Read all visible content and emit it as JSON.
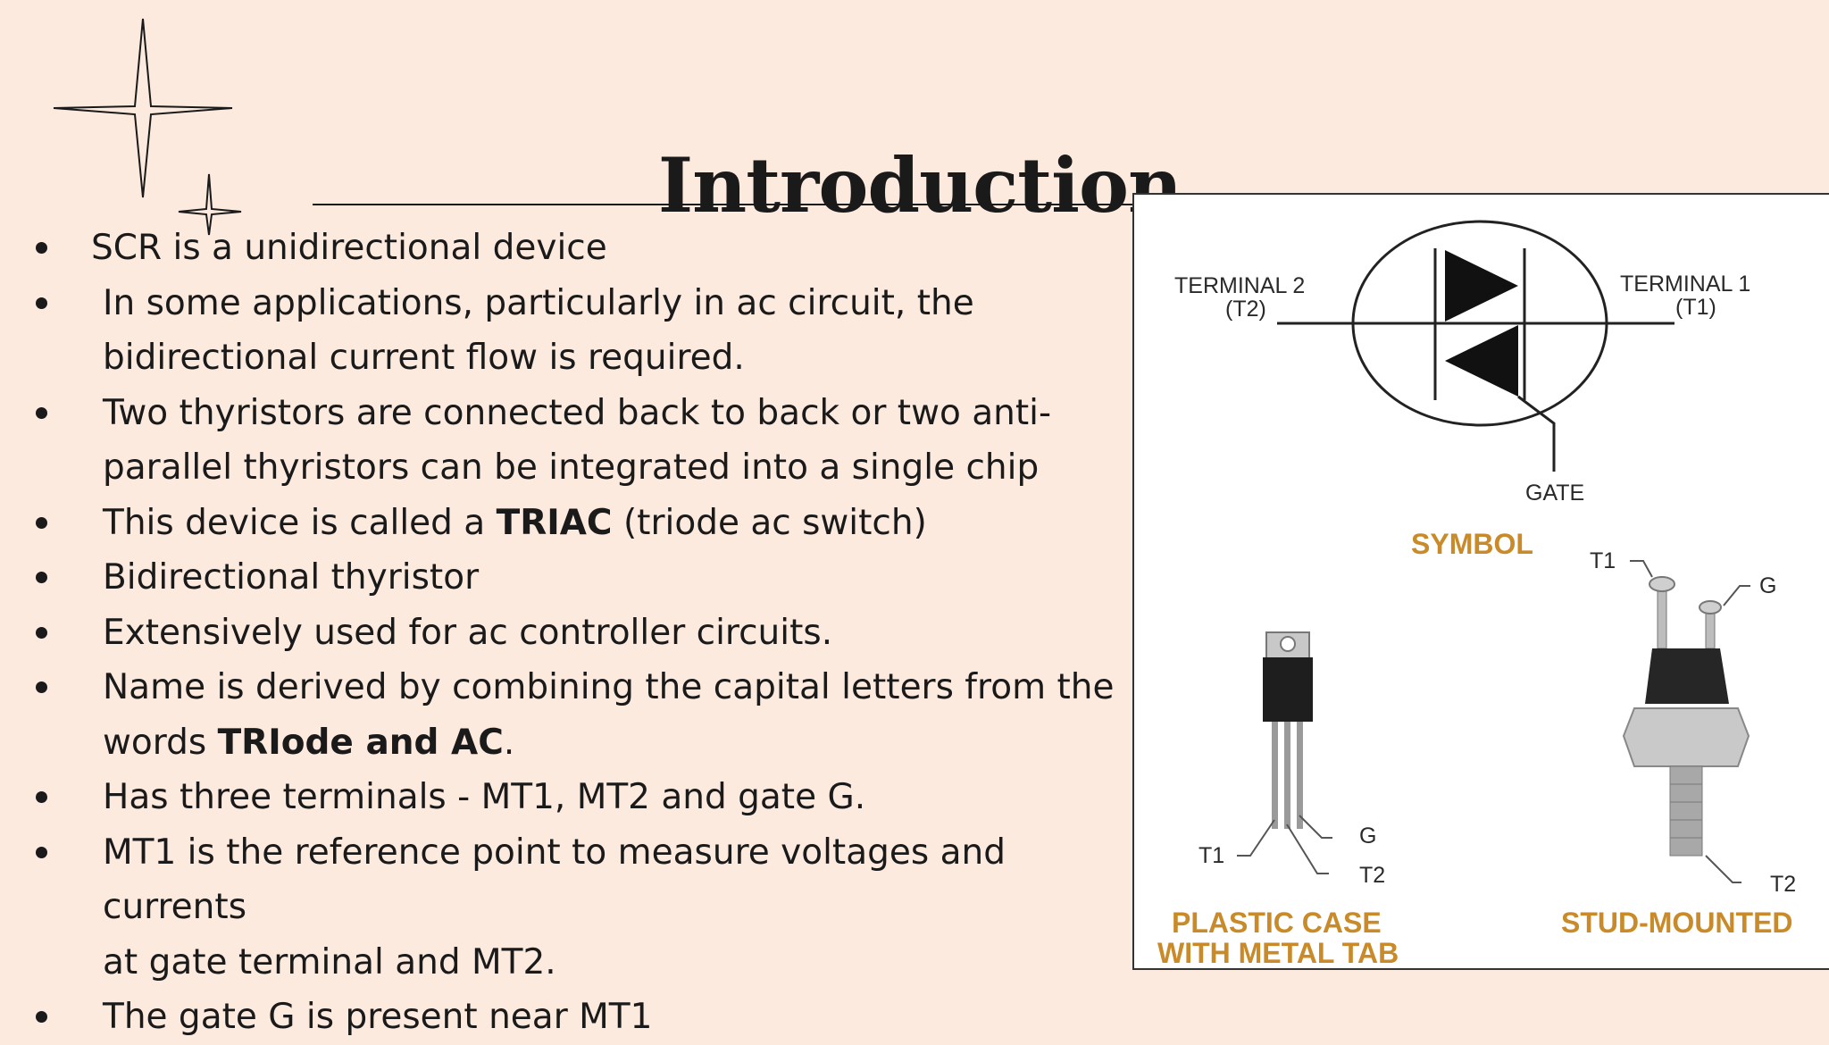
{
  "slide": {
    "title": "Introduction",
    "bullets": [
      {
        "segments": [
          {
            "text": "SCR is a unidirectional device"
          }
        ]
      },
      {
        "segments": [
          {
            "text": "In some applications, particularly in ac circuit, the"
          },
          {
            "br": true
          },
          {
            "text": "bidirectional current flow is required."
          }
        ]
      },
      {
        "segments": [
          {
            "text": "Two thyristors are connected back to back or two anti-"
          },
          {
            "br": true
          },
          {
            "text": "parallel thyristors can be integrated into a single chip"
          }
        ]
      },
      {
        "segments": [
          {
            "text": "This device is called a "
          },
          {
            "text": "TRIAC",
            "bold": true
          },
          {
            "text": " (triode ac switch)"
          }
        ]
      },
      {
        "segments": [
          {
            "text": "Bidirectional thyristor"
          }
        ]
      },
      {
        "segments": [
          {
            "text": "Extensively used for ac controller circuits."
          }
        ]
      },
      {
        "segments": [
          {
            "text": "Name is derived by combining the capital letters from the"
          },
          {
            "br": true
          },
          {
            "text": "words "
          },
          {
            "text": "TRIode and AC",
            "bold": true
          },
          {
            "text": "."
          }
        ]
      },
      {
        "segments": [
          {
            "text": "Has three terminals - MT1, MT2 and gate G."
          }
        ]
      },
      {
        "segments": [
          {
            "text": "MT1 is the reference point to measure voltages and currents"
          },
          {
            "br": true
          },
          {
            "text": "at gate terminal and MT2."
          }
        ]
      },
      {
        "segments": [
          {
            "text": "The gate G is present near MT1"
          }
        ]
      }
    ]
  },
  "figure": {
    "terminal2": {
      "line1": "TERMINAL 2",
      "line2": "(T2)"
    },
    "terminal1": {
      "line1": "TERMINAL 1",
      "line2": "(T1)"
    },
    "gate": "GATE",
    "symbol_caption": "SYMBOL",
    "plastic": {
      "t1": "T1",
      "g": "G",
      "t2": "T2",
      "caption_line1": "PLASTIC CASE",
      "caption_line2": "WITH METAL TAB"
    },
    "stud": {
      "t1": "T1",
      "g": "G",
      "t2": "T2",
      "caption": "STUD-MOUNTED"
    }
  },
  "colors": {
    "background": "#fdeadf",
    "caption": "#c98a2a",
    "text": "#1a1a1a"
  }
}
